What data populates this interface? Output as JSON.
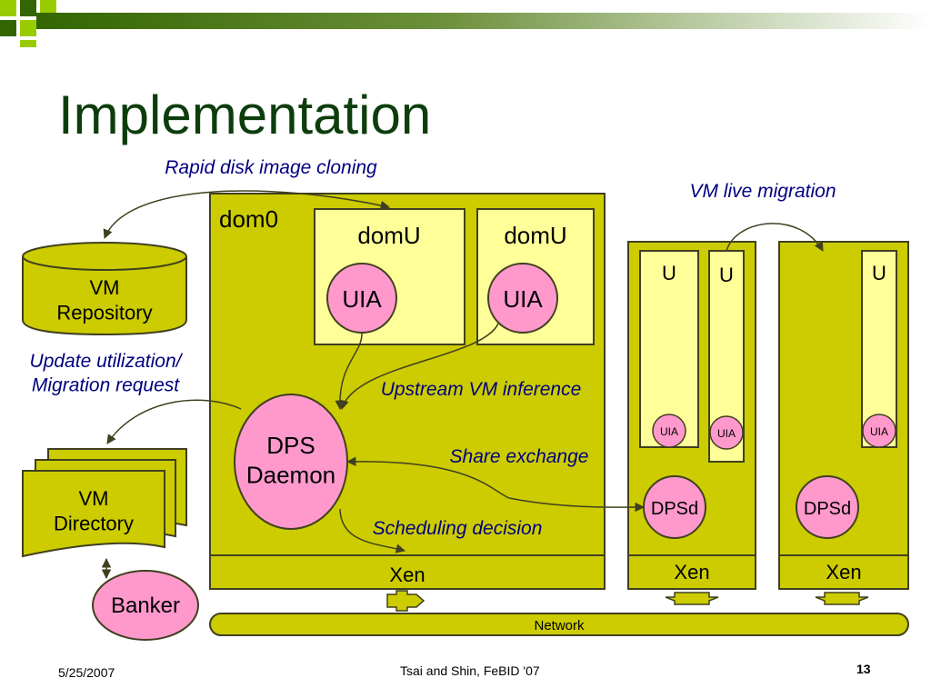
{
  "slide": {
    "title": "Implementation",
    "footer_date": "5/25/2007",
    "footer_center": "Tsai and Shin, FeBID '07",
    "page_number": "13"
  },
  "colors": {
    "box_fill": "#cccc00",
    "inner_fill": "#ffff99",
    "node_fill": "#ff99cc",
    "title_color": "#0d3d0d",
    "annotation_color": "#000080",
    "stroke": "#404020"
  },
  "diagram": {
    "vm_repository": "VM\nRepository",
    "vm_directory": "VM\nDirectory",
    "banker": "Banker",
    "dom0": "dom0",
    "domu_1": "domU",
    "domu_2": "domU",
    "uia_1": "UIA",
    "uia_2": "UIA",
    "dps_daemon": "DPS\nDaemon",
    "xen_main": "Xen",
    "xen_2": "Xen",
    "xen_3": "Xen",
    "u_1": "U",
    "u_2": "U",
    "u_3": "U",
    "uia_small_1": "UIA",
    "uia_small_2": "UIA",
    "uia_small_3": "UIA",
    "dpsd_1": "DPSd",
    "dpsd_2": "DPSd",
    "network": "Network",
    "ann_rapid_disk": "Rapid disk image cloning",
    "ann_vm_live": "VM live migration",
    "ann_update_util": "Update utilization/\nMigration request",
    "ann_upstream": "Upstream VM inference",
    "ann_share": "Share exchange",
    "ann_scheduling": "Scheduling decision"
  }
}
